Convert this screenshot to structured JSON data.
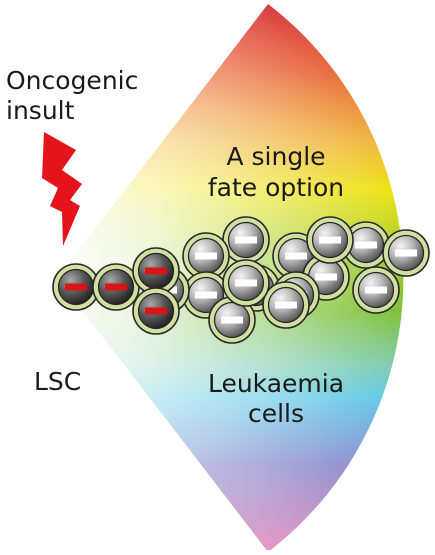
{
  "labels": {
    "oncogenic_line1": "Oncogenic",
    "oncogenic_line2": "insult",
    "fate_line1": "A single",
    "fate_line2": "fate option",
    "lsc": "LSC",
    "leuk_line1": "Leukaemia",
    "leuk_line2": "cells"
  },
  "colors": {
    "lightning": "#e3141b",
    "marker_red": "#d8141a",
    "marker_white": "#ffffff",
    "cell_rim": "#cfe0a0",
    "wedge_red": "#d8333a",
    "wedge_yellow": "#ede20c",
    "wedge_green": "#7bbf2e",
    "wedge_cyan": "#5fc8e6",
    "wedge_violet": "#8f8fce",
    "wedge_pink": "#e794c2"
  },
  "icons": {
    "insult": "lightning-bolt-icon"
  },
  "cells": {
    "lsc_marker": "red-bar",
    "lsc_cells_count": 4,
    "leukaemia_marker": "white-bar",
    "leukaemia_cells_count": 15
  }
}
